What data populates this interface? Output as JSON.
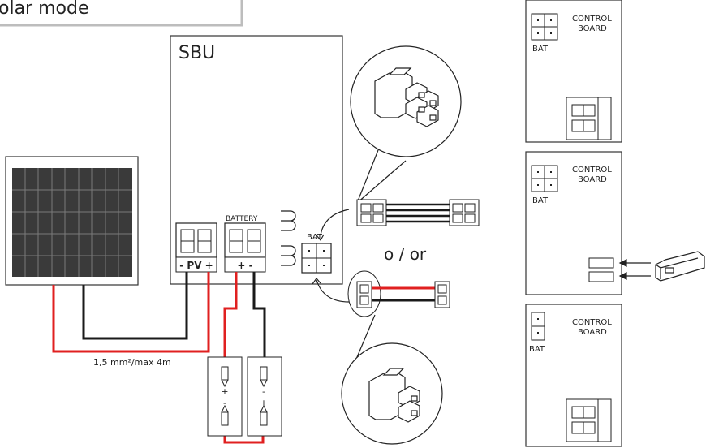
{
  "title": "olar mode",
  "sbu": {
    "label": "SBU",
    "battery_label": "BATTERY",
    "pv_label": "- PV +",
    "bat_terminals": "+   -",
    "bat_label": "BAT"
  },
  "wire_spec": "1,5 mm²/max 4m",
  "or_label": "o / or",
  "battery_cells": [
    {
      "top": "+",
      "bottom": "-"
    },
    {
      "top": "-",
      "bottom": "+"
    }
  ],
  "control_boards": [
    {
      "title_line1": "CONTROL",
      "title_line2": "BOARD",
      "bat_label": "BAT"
    },
    {
      "title_line1": "CONTROL",
      "title_line2": "BOARD",
      "bat_label": "BAT"
    },
    {
      "title_line1": "CONTROL",
      "title_line2": "BOARD",
      "bat_label": "BAT"
    }
  ],
  "colors": {
    "wire_red": "#e02020",
    "wire_black": "#1a1a1a",
    "panel": "#3a3a3a",
    "frame": "#f2f2f2"
  }
}
